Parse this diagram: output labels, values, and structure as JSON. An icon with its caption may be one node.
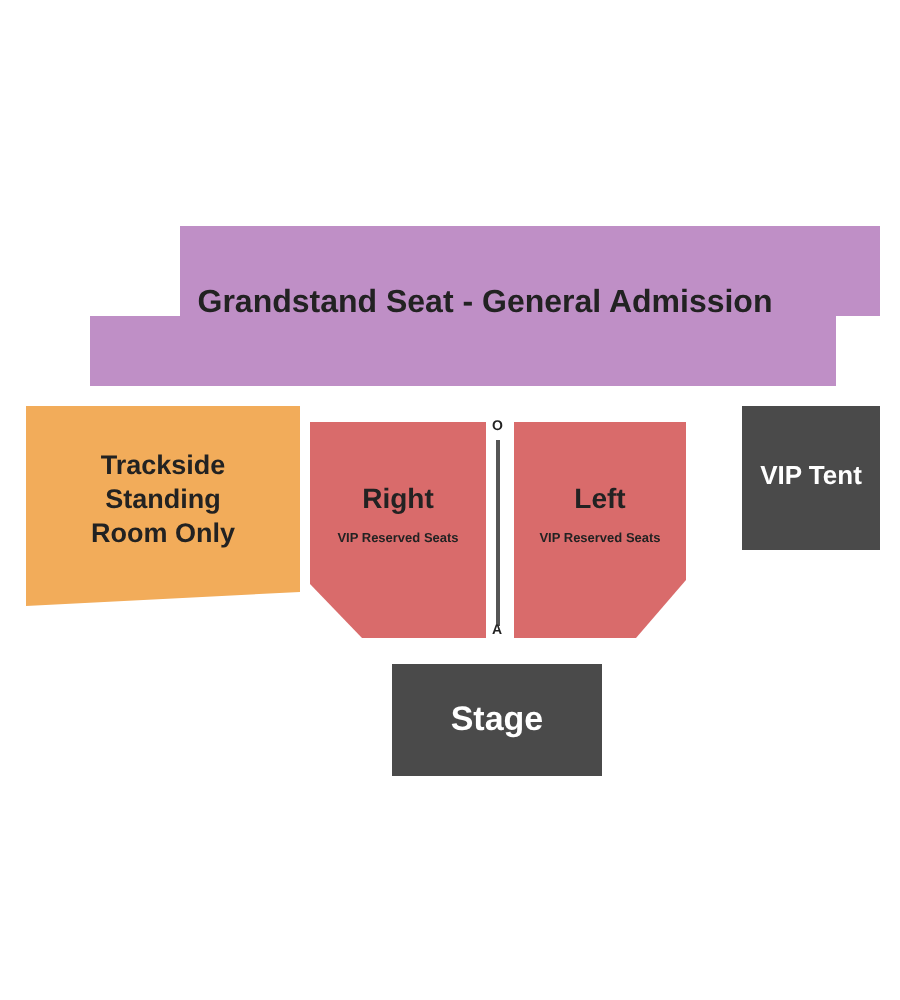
{
  "diagram": {
    "nodes": [
      {
        "text": [
          "Grandstand Seat - General Admission"
        ]
      },
      {
        "text": [
          "Trackside Standing Room Only"
        ]
      },
      {
        "text": [
          "Right",
          "VIP Reserved Seats"
        ]
      },
      {
        "text": [
          "Left",
          "VIP Reserved Seats"
        ]
      },
      {
        "text": [
          "VIP Tent"
        ]
      },
      {
        "text": [
          "Stage"
        ]
      }
    ],
    "labels": [
      "O",
      "A"
    ]
  }
}
